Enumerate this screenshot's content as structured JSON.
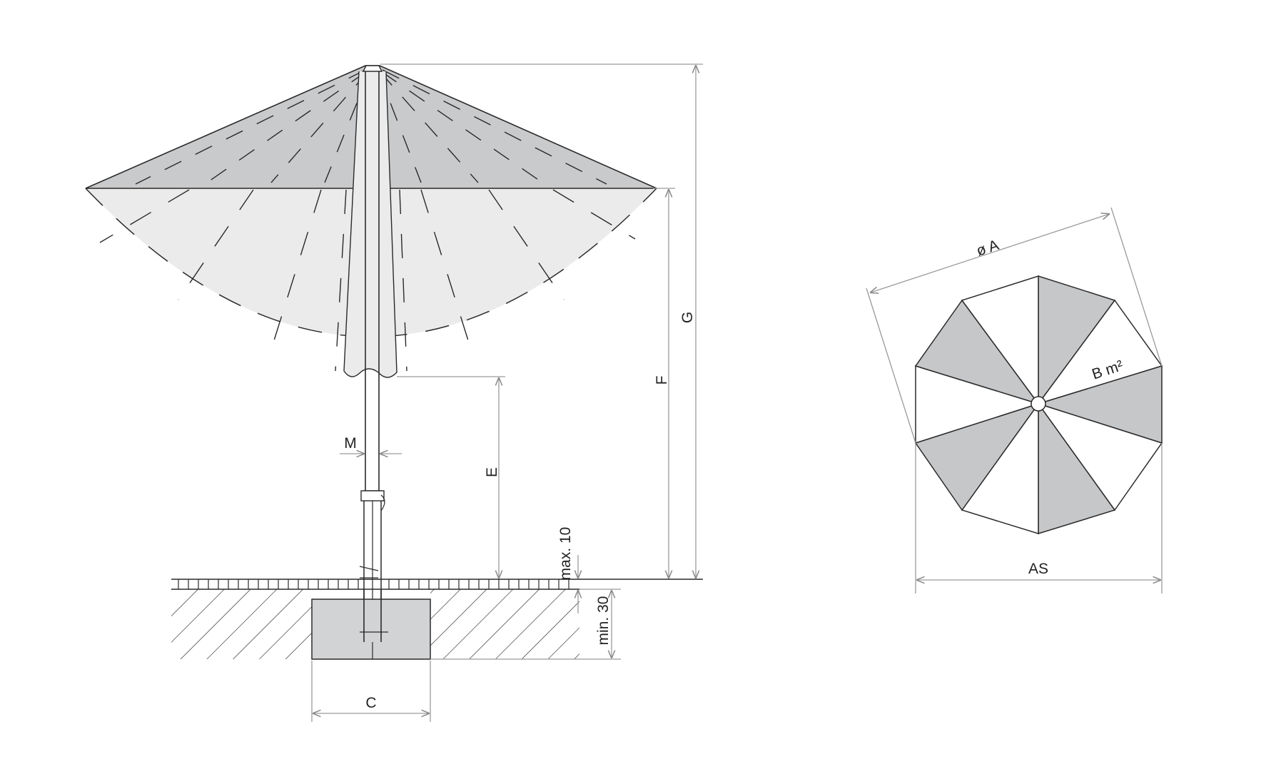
{
  "labels": {
    "dimension_G": "G",
    "dimension_F": "F",
    "dimension_E": "E",
    "dimension_M": "M",
    "dimension_C": "C",
    "anchor_max": "max. 10",
    "anchor_min": "min. 30",
    "diameter": "ø A",
    "canopy_area": "B m²",
    "spread": "AS"
  },
  "colors": {
    "canopy_top": "#c9cacc",
    "canopy_bottom": "#ebebec",
    "segment_fill": "#c6c7c9",
    "foundation": "#d2d3d5",
    "line": "#2a2a2a",
    "dimension_line": "#9a9a9a"
  }
}
